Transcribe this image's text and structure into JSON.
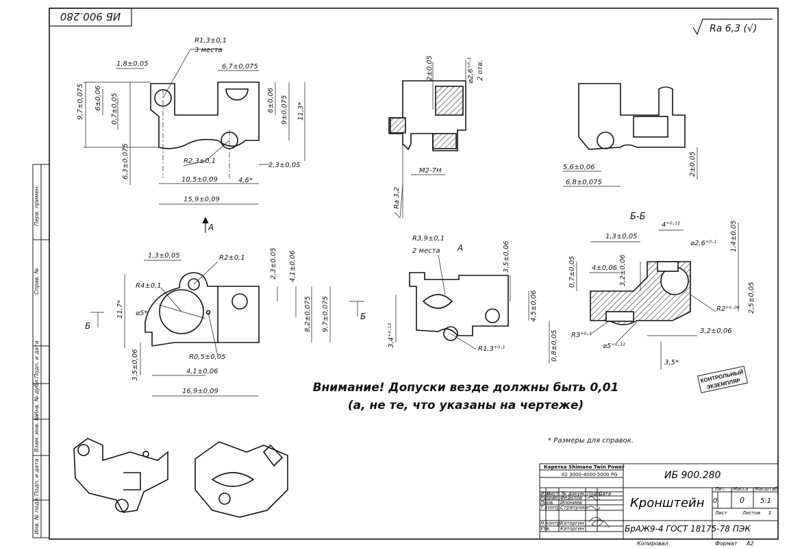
{
  "doc_code_rotated": "ИБ 900.280",
  "roughness": "Ra 6,3 (√)",
  "note_reference": "* Размеры для справок.",
  "notice": {
    "line1": "Внимание! Допуски везде должны быть 0,01",
    "line2": "(а, не те, что указаны на чертеже)"
  },
  "stamp": {
    "line1": "КОНТРОЛЬНЫЙ",
    "line2": "ЭКЗЕМПЛЯР"
  },
  "views": {
    "section_label": "Б-Б",
    "view_a_arrow": "А",
    "view_a_title": "А",
    "section_mark_left": "Б",
    "section_mark_right": "Б"
  },
  "dims_top_left": {
    "r13": "R1,3±0,1",
    "r13_note": "3 места",
    "d18": "1,8±0,05",
    "d67": "6,7±0,075",
    "d97": "9,7±0,075",
    "d6a": "6±0,06",
    "d07": "0,7±0,05",
    "d6b": "6±0,06",
    "d9": "9±0,075",
    "d113": "11,3*",
    "r23": "R2,3±0,1",
    "d23": "2,3±0,05",
    "d63": "6,3±0,075",
    "d105": "10,5±0,09",
    "d46": "4,6*",
    "d159": "15,9±0,09"
  },
  "dims_top_mid": {
    "d2": "2±0,05",
    "dia26": "⌀2,6⁺⁰·¹",
    "holes": "2 отв.",
    "thread": "M2-7H",
    "ra32": "Ra 3,2"
  },
  "dims_top_right": {
    "d56": "5,6±0,06",
    "d68": "6,8±0,075",
    "d2": "2±0,05"
  },
  "dims_mid_left": {
    "d13": "1,3±0,05",
    "r2": "R2±0,1",
    "r4": "R4±0,1",
    "dia5": "⌀5*",
    "d23": "2,3±0,05",
    "d41": "4,1±0,06",
    "d82": "8,2±0,075",
    "d97": "9,7±0,075",
    "d117": "11,7*",
    "r05": "R0,5±0,05",
    "d41b": "4,1±0,06",
    "d35": "3,5±0,06",
    "d169": "16,9±0,09"
  },
  "dims_mid_center": {
    "r39": "R3,9±0,1",
    "r39_note": "2 места",
    "d35": "3,5±0,06",
    "d34": "3,4⁺⁰·¹²",
    "r13": "R1,3⁺⁰·¹"
  },
  "dims_mid_right": {
    "d4": "4⁺⁰·¹²",
    "d13": "1,3±0,05",
    "dia26": "⌀2,6⁺⁰·¹",
    "d14": "1,4±0,05",
    "d07": "0,7±0,05",
    "d4b": "4±0,06",
    "d32": "3,2±0,06",
    "r2": "R2⁺⁰·⁰⁶",
    "d25": "2,5±0,05",
    "d45": "4,5±0,06",
    "r3": "R3⁺⁰·¹",
    "d32b": "3,2±0,06",
    "d08": "0,8±0,05",
    "dia5": "⌀5⁺⁰·¹²",
    "d35": "3,5*"
  },
  "side_strip": [
    "Перв. примен.",
    "Справ. №",
    "Подп. и дата",
    "Инв. № дубл.",
    "Взам. инв. №",
    "Подп. и дата",
    "Инв. № подл."
  ],
  "title_block": {
    "project_line1": "Каретка Shimano Twin Power",
    "project_line2": "02 3000-4000-5000 PG",
    "designation": "ИБ 900.280",
    "part_name": "Кронштейн",
    "material": "БрАЖ9-4 ГОСТ 18175-78",
    "org": "ПЭК",
    "col_lit": "Лит.",
    "col_mass": "Масса",
    "col_scale": "Масштаб",
    "lit_value": "0",
    "mass_value": "0",
    "scale_value": "5:1",
    "sheet_label": "Лист",
    "sheets_label": "Листов",
    "sheets_value": "1",
    "hdr": [
      "Изм.",
      "Лист",
      "№ докум.",
      "Подп.",
      "Дата"
    ],
    "roles": [
      {
        "role": "Разраб.",
        "name": "Федотов"
      },
      {
        "role": "Пров.",
        "name": "Ипониев"
      },
      {
        "role": "Т.контр.",
        "name": "Стряпунин"
      },
      {
        "role": "Н.контр.",
        "name": "Каторгин"
      },
      {
        "role": "Утв.",
        "name": "Каторгин"
      }
    ],
    "copied": "Копировал",
    "format_label": "Формат",
    "format_value": "А2"
  }
}
